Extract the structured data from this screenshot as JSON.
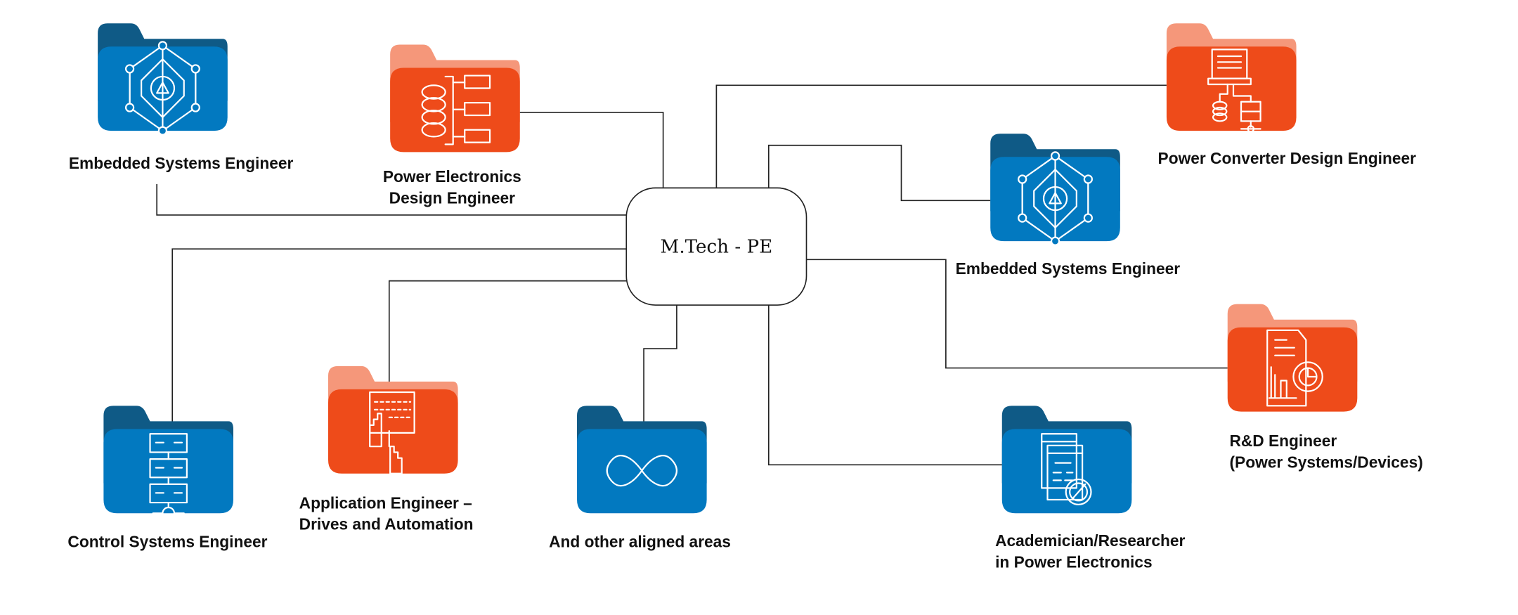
{
  "center": {
    "title": "M.Tech - PE"
  },
  "colors": {
    "blue_tab": "#0f5a86",
    "blue_front": "#0279c0",
    "orange_tab": "#f5977a",
    "orange_front": "#ee4b1a",
    "line": "#222222"
  },
  "nodes": [
    {
      "id": "embedded-left",
      "color": "blue",
      "icon": "network-hexagon-icon",
      "label": [
        "Embedded Systems Engineer"
      ]
    },
    {
      "id": "pe-design",
      "color": "orange",
      "icon": "database-servers-icon",
      "label": [
        "Power Electronics",
        "Design Engineer"
      ]
    },
    {
      "id": "power-converter",
      "color": "orange",
      "icon": "laptop-network-icon",
      "label": [
        "Power Converter Design Engineer"
      ]
    },
    {
      "id": "embedded-right",
      "color": "blue",
      "icon": "network-hexagon-icon",
      "label": [
        "Embedded Systems Engineer"
      ]
    },
    {
      "id": "rnd",
      "color": "orange",
      "icon": "report-chart-icon",
      "label": [
        "R&D Engineer",
        "(Power Systems/Devices)"
      ]
    },
    {
      "id": "academician",
      "color": "blue",
      "icon": "windows-gear-icon",
      "label": [
        "Academician/Researcher",
        "in Power Electronics"
      ]
    },
    {
      "id": "other",
      "color": "blue",
      "icon": "infinity-icon",
      "label": [
        "And other aligned areas"
      ]
    },
    {
      "id": "application",
      "color": "orange",
      "icon": "presentation-chart-icon",
      "label": [
        "Application Engineer –",
        "Drives and Automation"
      ]
    },
    {
      "id": "control",
      "color": "blue",
      "icon": "server-stack-icon",
      "label": [
        "Control Systems Engineer"
      ]
    }
  ]
}
